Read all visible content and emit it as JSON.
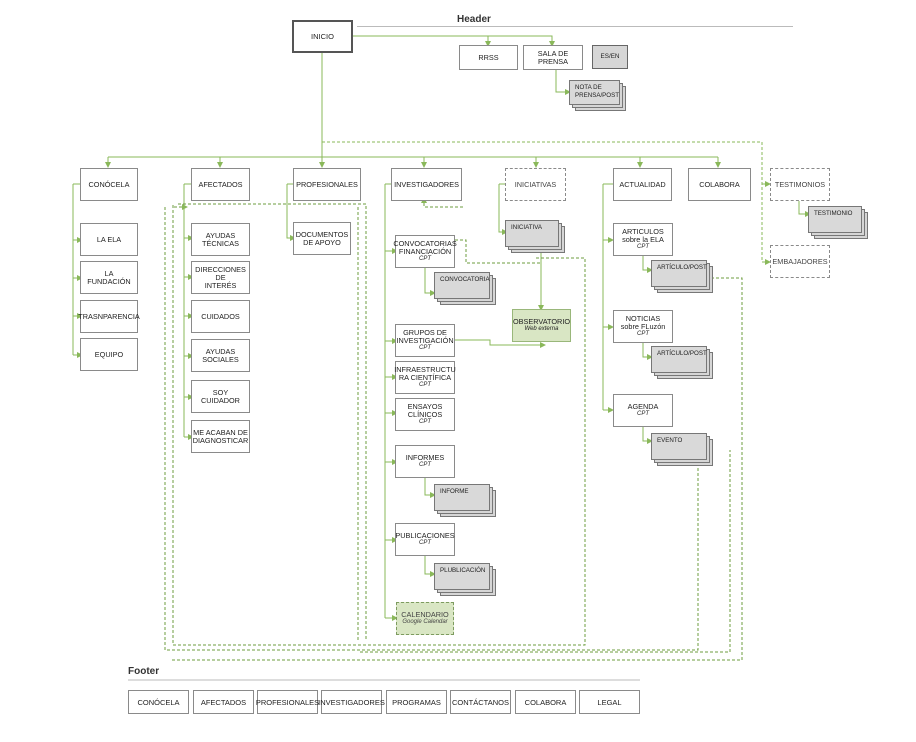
{
  "sections": {
    "header": "Header",
    "footer": "Footer"
  },
  "top": {
    "inicio": "INICIO",
    "rrss": "RRSS",
    "sala_prensa": "SALA DE\nPRENSA",
    "lang": "ES/EN",
    "nota_prensa": "NOTA DE\nPRENSA/POST"
  },
  "main_nav": {
    "conocela": "CONÓCELA",
    "afectados": "AFECTADOS",
    "profesionales": "PROFESIONALES",
    "investigadores": "INVESTIGADORES",
    "iniciativas": "INICIATIVAS",
    "actualidad": "ACTUALIDAD",
    "colabora": "COLABORA",
    "testimonios": "TESTIMONIOS",
    "embajadores": "EMBAJADORES"
  },
  "conocela_items": [
    "LA ELA",
    "LA FUNDACIÓN",
    "TRASNPARENCIA",
    "EQUIPO"
  ],
  "afectados_items": [
    "AYUDAS\nTÉCNICAS",
    "DIRECCIONES DE\nINTERÉS",
    "CUIDADOS",
    "AYUDAS\nSOCIALES",
    "SOY CUIDADOR",
    "ME ACABAN DE\nDIAGNOSTICAR"
  ],
  "profesionales_items": [
    "DOCUMENTOS\nDE APOYO"
  ],
  "investigadores": {
    "convocatorias": "CONVOCATORIAS\nFINANCIACIÓN",
    "convocatorias_tag": "CPT",
    "convocatoria": "CONVOCATORIA",
    "grupos": "GRUPOS DE\nINVESTIGACIÓN",
    "grupos_tag": "CPT",
    "infra": "INFRAESTRUCTU\nRA CIENTÍFICA",
    "infra_tag": "CPT",
    "ensayos": "ENSAYOS\nCLÍNICOS",
    "ensayos_tag": "CPT",
    "informes": "INFORMES",
    "informes_tag": "CPT",
    "informe": "INFORME",
    "publicaciones": "PUBLICACIONES",
    "publicaciones_tag": "CPT",
    "plublicacion": "PLUBLICACIÓN",
    "calendario": "CALENDARIO",
    "calendario_sub": "Google Calendar"
  },
  "iniciativas": {
    "iniciativa": "INICIATIVA",
    "observatorio": "OBSERVATORIO",
    "observatorio_sub": "Web externa"
  },
  "actualidad": {
    "articulos": "ARTICULOS\nsobre la ELA",
    "articulos_tag": "CPT",
    "articulo1": "ARTÍCULO/POST",
    "noticias": "NOTICIAS\nsobre FLuzón",
    "noticias_tag": "CPT",
    "articulo2": "ARTÍCULO/POST",
    "agenda": "AGENDA",
    "agenda_tag": "CPT",
    "evento": "EVENTO"
  },
  "testimonio": "TESTIMONIO",
  "footer_items": [
    "CONÓCELA",
    "AFECTADOS",
    "PROFESIONALES",
    "INVESTIGADORES",
    "PROGRAMAS",
    "CONTÁCTANOS",
    "COLABORA",
    "LEGAL"
  ],
  "colors": {
    "wire": "#8ab85a",
    "wire_dark": "#6e9e3f",
    "grey_box": "#d6d6d6",
    "green_box": "#d9e6c4"
  }
}
